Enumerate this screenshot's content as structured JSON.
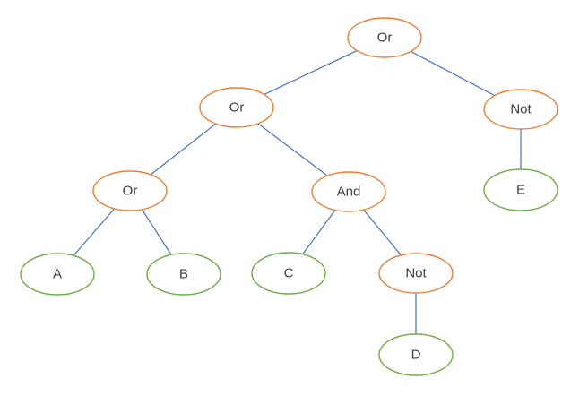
{
  "diagram": {
    "type": "expression-tree",
    "background": "#FFFFFF",
    "colors": {
      "operator_stroke": "#ED7D31",
      "leaf_stroke": "#70AD47",
      "edge": "#4472C4",
      "text": "#3F3F3F"
    },
    "nodes": [
      {
        "id": "or-root",
        "label": "Or",
        "type": "operator"
      },
      {
        "id": "or-mid",
        "label": "Or",
        "type": "operator"
      },
      {
        "id": "not-right",
        "label": "Not",
        "type": "operator"
      },
      {
        "id": "or-left",
        "label": "Or",
        "type": "operator"
      },
      {
        "id": "and",
        "label": "And",
        "type": "operator"
      },
      {
        "id": "e",
        "label": "E",
        "type": "leaf"
      },
      {
        "id": "a",
        "label": "A",
        "type": "leaf"
      },
      {
        "id": "b",
        "label": "B",
        "type": "leaf"
      },
      {
        "id": "c",
        "label": "C",
        "type": "leaf"
      },
      {
        "id": "not-inner",
        "label": "Not",
        "type": "operator"
      },
      {
        "id": "d",
        "label": "D",
        "type": "leaf"
      }
    ],
    "edges": [
      {
        "from": "or-root",
        "to": "or-mid"
      },
      {
        "from": "or-root",
        "to": "not-right"
      },
      {
        "from": "or-mid",
        "to": "or-left"
      },
      {
        "from": "or-mid",
        "to": "and"
      },
      {
        "from": "not-right",
        "to": "e"
      },
      {
        "from": "or-left",
        "to": "a"
      },
      {
        "from": "or-left",
        "to": "b"
      },
      {
        "from": "and",
        "to": "c"
      },
      {
        "from": "and",
        "to": "not-inner"
      },
      {
        "from": "not-inner",
        "to": "d"
      }
    ]
  }
}
